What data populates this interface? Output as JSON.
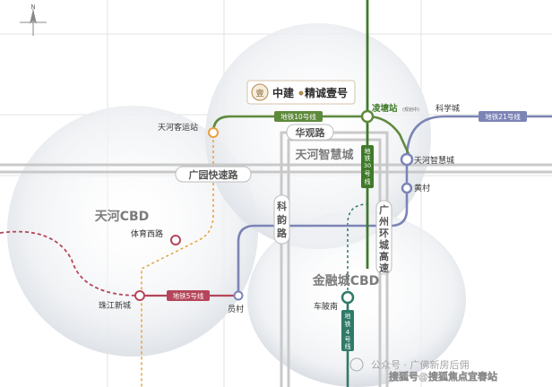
{
  "compass": {
    "letter": "N"
  },
  "project": {
    "logo_text": "壹",
    "name": "中建",
    "name2": "精诚壹号"
  },
  "districts": {
    "tianhe_cbd": "天河CBD",
    "tianhe_smart_city": "天河智慧城",
    "finance_city_cbd": "金融城CBD"
  },
  "roads": {
    "huaguan": "华观路",
    "guangyuan": "广园快速路",
    "keyun": [
      "科",
      "韵",
      "路"
    ],
    "guangzhou_ring": [
      "广",
      "州",
      "环",
      "城",
      "高",
      "速"
    ]
  },
  "lines": {
    "line10": "地铁10号线",
    "line21": "地铁21号线",
    "line5": "地铁5号线",
    "line30": [
      "地",
      "铁",
      "30",
      "号",
      "线"
    ],
    "line4": [
      "地",
      "铁",
      "4",
      "号",
      "线"
    ]
  },
  "stations": {
    "tianhe_coach": "天河客运站",
    "lingtang": "凌塘站",
    "lingtang_note": "(规划中)",
    "kexuecheng": "科学城",
    "tianhe_smart_city_station": "天河智慧城",
    "huangcun": "黄村",
    "tiyu_xilu": "体育西路",
    "zhujiang_xincheng": "珠江新城",
    "yuancun": "员村",
    "chebeinan": "车陂南"
  },
  "watermark": {
    "line1": "公众号 · 广佛新房后佣",
    "line2": "搜狐号@搜狐焦点宜春站"
  },
  "colors": {
    "line10": "#5e8a3c",
    "line21": "#7c84b6",
    "line5": "#b5465a",
    "line30": "#3f7a2a",
    "line4": "#2f7a68",
    "line3_dashed": "#e9a03d",
    "road": "#9a9a9a",
    "district_label": "#7c7c7c"
  }
}
